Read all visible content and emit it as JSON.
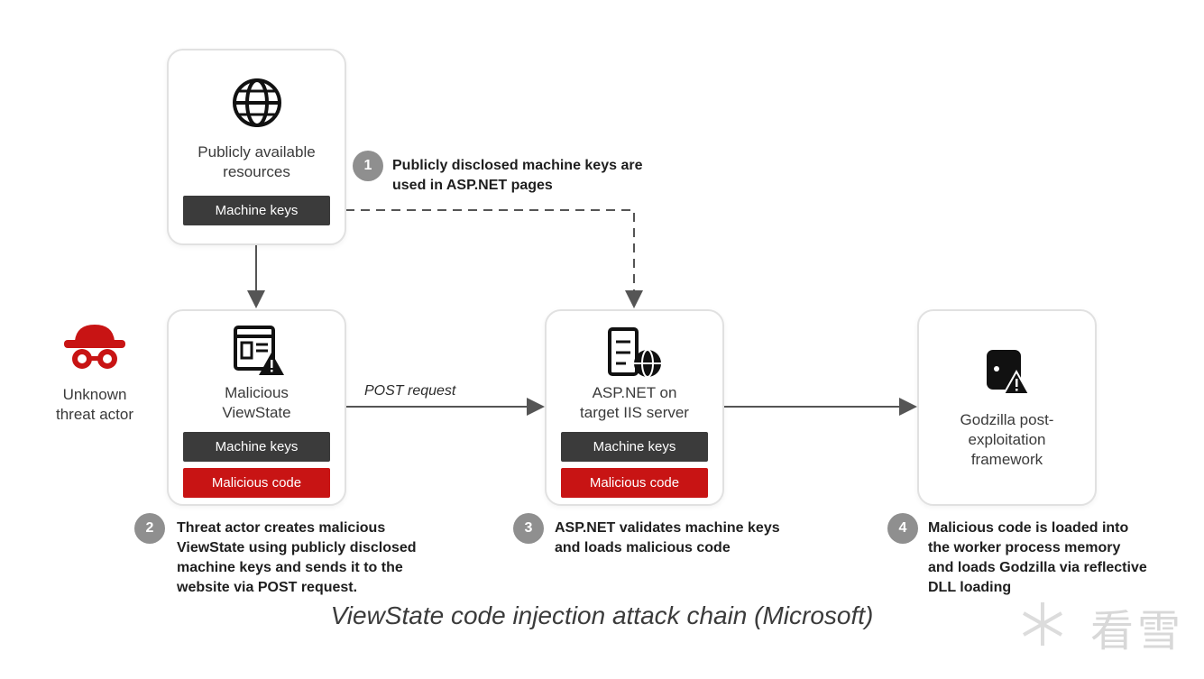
{
  "resources_card": {
    "title_line1": "Publicly available",
    "title_line2": "resources",
    "pill": "Machine keys",
    "icon": "globe-icon"
  },
  "viewstate_card": {
    "title_line1": "Malicious",
    "title_line2": "ViewState",
    "pill_keys": "Machine keys",
    "pill_code": "Malicious code",
    "icon": "webpage-warning-icon"
  },
  "server_card": {
    "title_line1": "ASP.NET on",
    "title_line2": "target IIS server",
    "pill_keys": "Machine keys",
    "pill_code": "Malicious code",
    "icon": "server-globe-icon"
  },
  "godzilla_card": {
    "title_line1": "Godzilla post-",
    "title_line2": "exploitation",
    "title_line3": "framework",
    "icon": "wallet-warning-icon"
  },
  "actor": {
    "label": "Unknown\nthreat actor",
    "icon": "hacker-icon"
  },
  "arrow_label": "POST request",
  "steps": [
    {
      "number": "1",
      "text": "Publicly disclosed machine keys are\nused in ASP.NET pages"
    },
    {
      "number": "2",
      "text": "Threat actor creates malicious\nViewState using publicly disclosed\nmachine keys and sends it to the\nwebsite via POST request."
    },
    {
      "number": "3",
      "text": "ASP.NET validates machine keys\nand loads malicious code"
    },
    {
      "number": "4",
      "text": "Malicious code is loaded into\nthe worker process memory\nand loads Godzilla via reflective\nDLL loading"
    }
  ],
  "caption": "ViewState code injection attack chain (Microsoft)",
  "watermark": "看雪",
  "colors": {
    "dark_pill": "#3b3b3b",
    "red_pill": "#c81414",
    "actor_red": "#c81414",
    "step_gray": "#8f8f8f"
  }
}
